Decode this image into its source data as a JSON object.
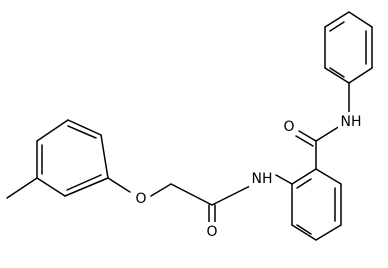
{
  "molecule": {
    "atoms": {
      "o_carbonyl_top": "O",
      "n_amide_top": "NH",
      "n_amide_mid": "NH",
      "o_ether": "O",
      "o_carbonyl_bottom": "O"
    }
  }
}
